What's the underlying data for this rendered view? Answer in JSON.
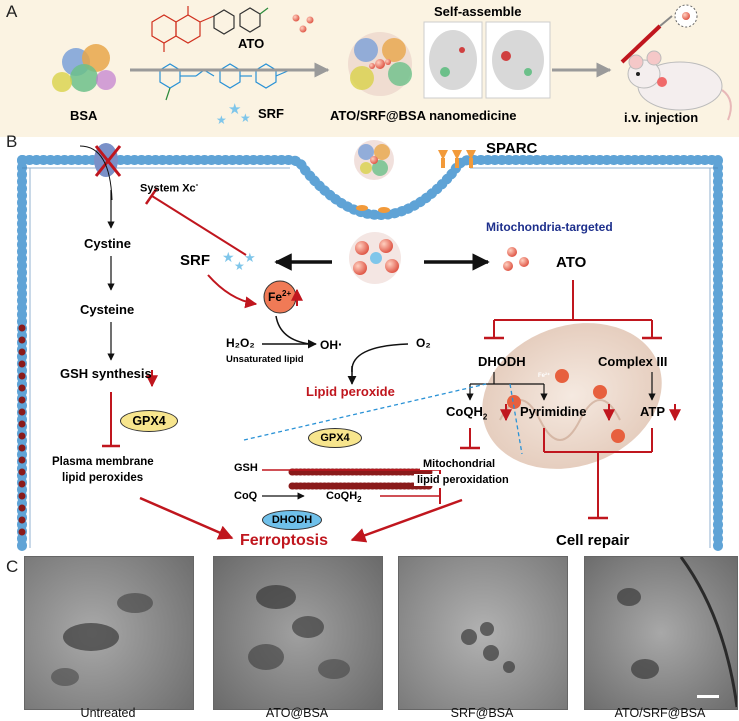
{
  "panel_a": {
    "letter": "A",
    "bsa_label": "BSA",
    "ato_label": "ATO",
    "srf_label": "SRF",
    "self_assemble": "Self-assemble",
    "nano_label": "ATO/SRF@BSA nanomedicine",
    "injection_label": "i.v. injection"
  },
  "panel_b": {
    "letter": "B",
    "sparc": "SPARC",
    "system_xc_main": "System Xc",
    "system_xc_sup": "-",
    "cystine": "Cystine",
    "cysteine": "Cysteine",
    "gsh_synthesis": "GSH synthesis",
    "gpx4_left": "GPX4",
    "plasma_line1": "Plasma membrane",
    "plasma_line2": "lipid peroxides",
    "srf": "SRF",
    "fe_main": "Fe",
    "fe_sup": "2+",
    "h2o2": "H₂O₂",
    "oh": "OH",
    "o2": "O₂",
    "unsat": "Unsaturated lipid",
    "lipid_perox": "Lipid peroxide",
    "mito_targeted": "Mitochondria-targeted",
    "ato": "ATO",
    "dhodh": "DHODH",
    "complex3": "Complex III",
    "coqh2_main": "CoQH",
    "coqh2_sub": "2",
    "pyrimidine": "Pyrimidine",
    "atp": "ATP",
    "gsh": "GSH",
    "gpx4_mid": "GPX4",
    "coq": "CoQ",
    "coqh2b_main": "CoQH",
    "coqh2b_sub": "2",
    "dhodh_mid": "DHODH",
    "mito_perox1": "Mitochondrial",
    "mito_perox2": "lipid peroxidation",
    "ferroptosis": "Ferroptosis",
    "cell_repair": "Cell repair",
    "fe_small": "Fe²⁺"
  },
  "panel_c": {
    "letter": "C",
    "labels": [
      "Untreated",
      "ATO@BSA",
      "SRF@BSA",
      "ATO/SRF@BSA"
    ]
  },
  "colors": {
    "panel_a_bg": "#fbf3e2",
    "membrane_blue": "#5fa3d6",
    "inhibit_red": "#c0161e",
    "title_blue": "#1d2f8c",
    "gpx4_fill": "#f7e58d",
    "dhodh_fill": "#6fc0ea"
  }
}
